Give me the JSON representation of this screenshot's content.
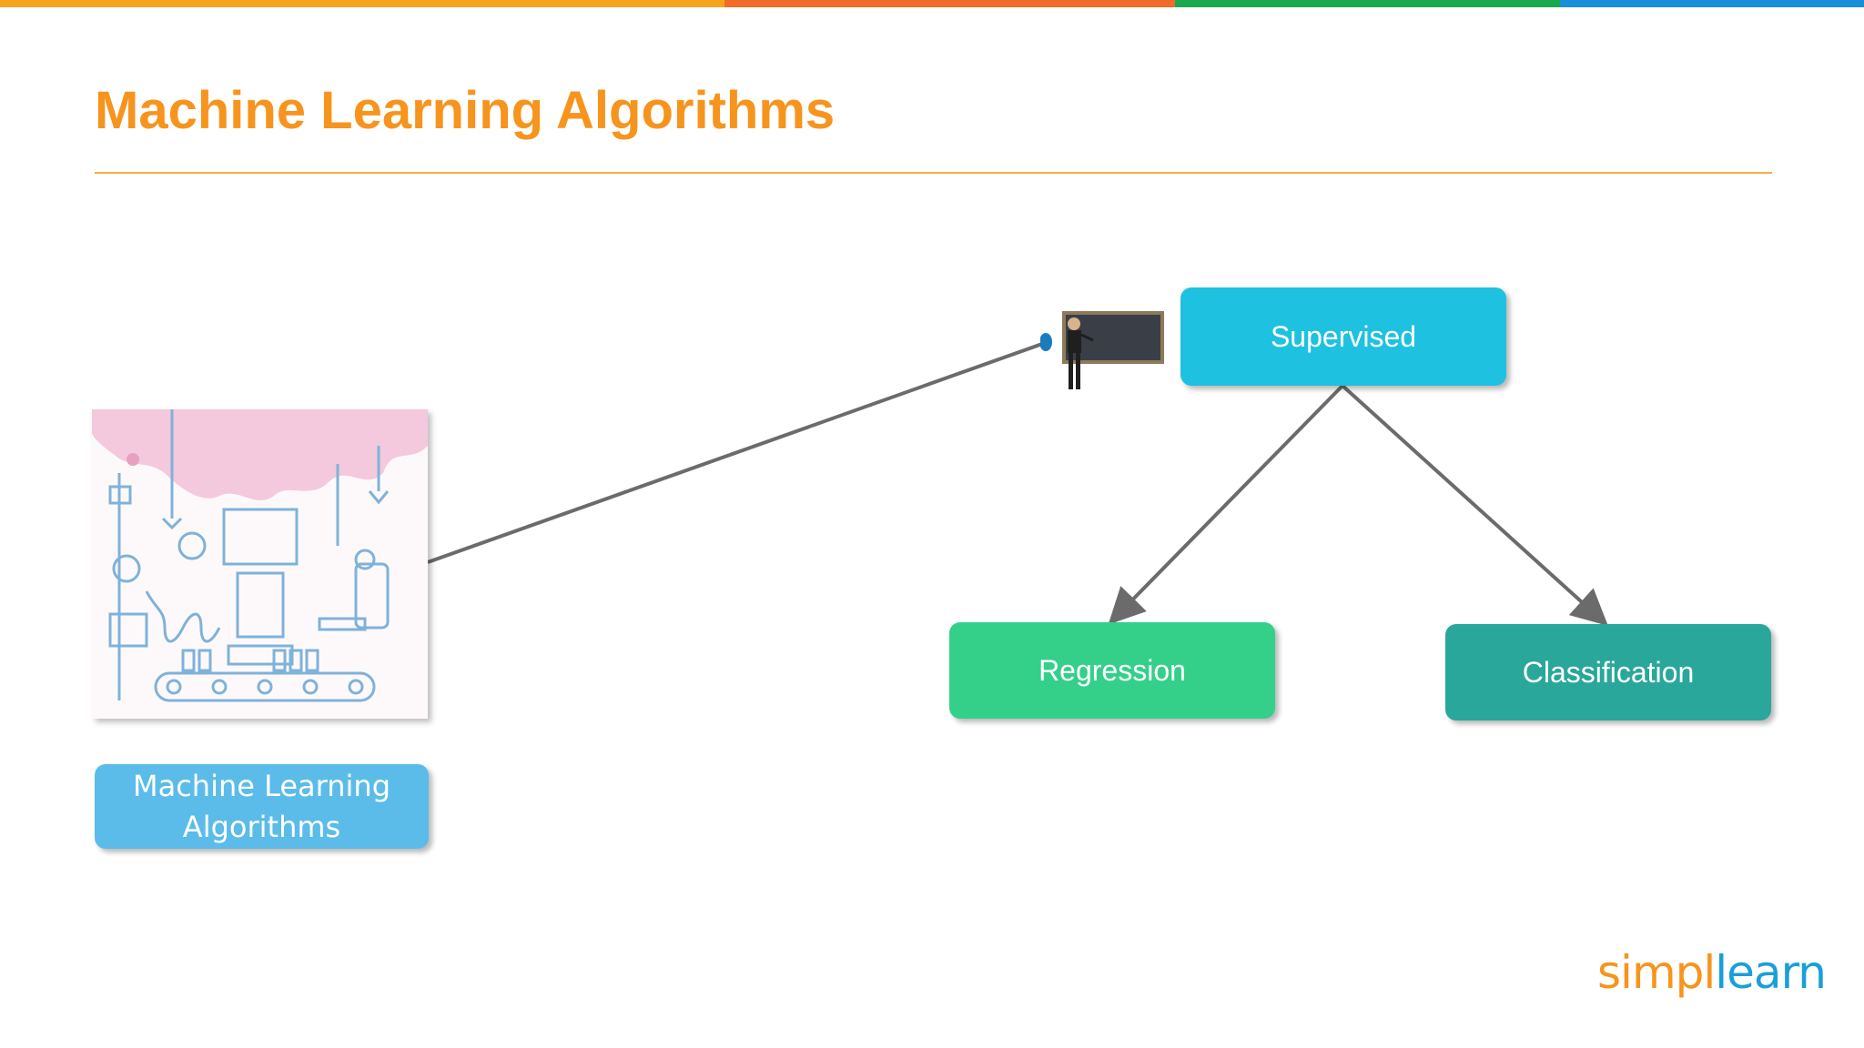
{
  "colors": {
    "accent_bar": [
      "#f7a41d",
      "#f26b2a",
      "#1aa84f",
      "#1a8fd9"
    ],
    "title": "#f7941d",
    "supervised": "#1fc1e0",
    "regression": "#34d08a",
    "classification": "#2aa79b",
    "ml_label": "#5bbce9",
    "connector": "#6b6b6b"
  },
  "slide": {
    "title": "Machine Learning Algorithms"
  },
  "diagram": {
    "root_label_lines": [
      "Machine Learning",
      "Algorithms"
    ],
    "root_image": "machine-factory-illustration",
    "teacher_icon": "teacher-at-blackboard-icon",
    "nodes": {
      "supervised": "Supervised",
      "regression": "Regression",
      "classification": "Classification"
    },
    "edges": [
      {
        "from": "root",
        "to": "supervised",
        "arrow": false
      },
      {
        "from": "supervised",
        "to": "regression",
        "arrow": true
      },
      {
        "from": "supervised",
        "to": "classification",
        "arrow": true
      }
    ]
  },
  "logo": {
    "part1": "simpl",
    "part2": "learn"
  }
}
